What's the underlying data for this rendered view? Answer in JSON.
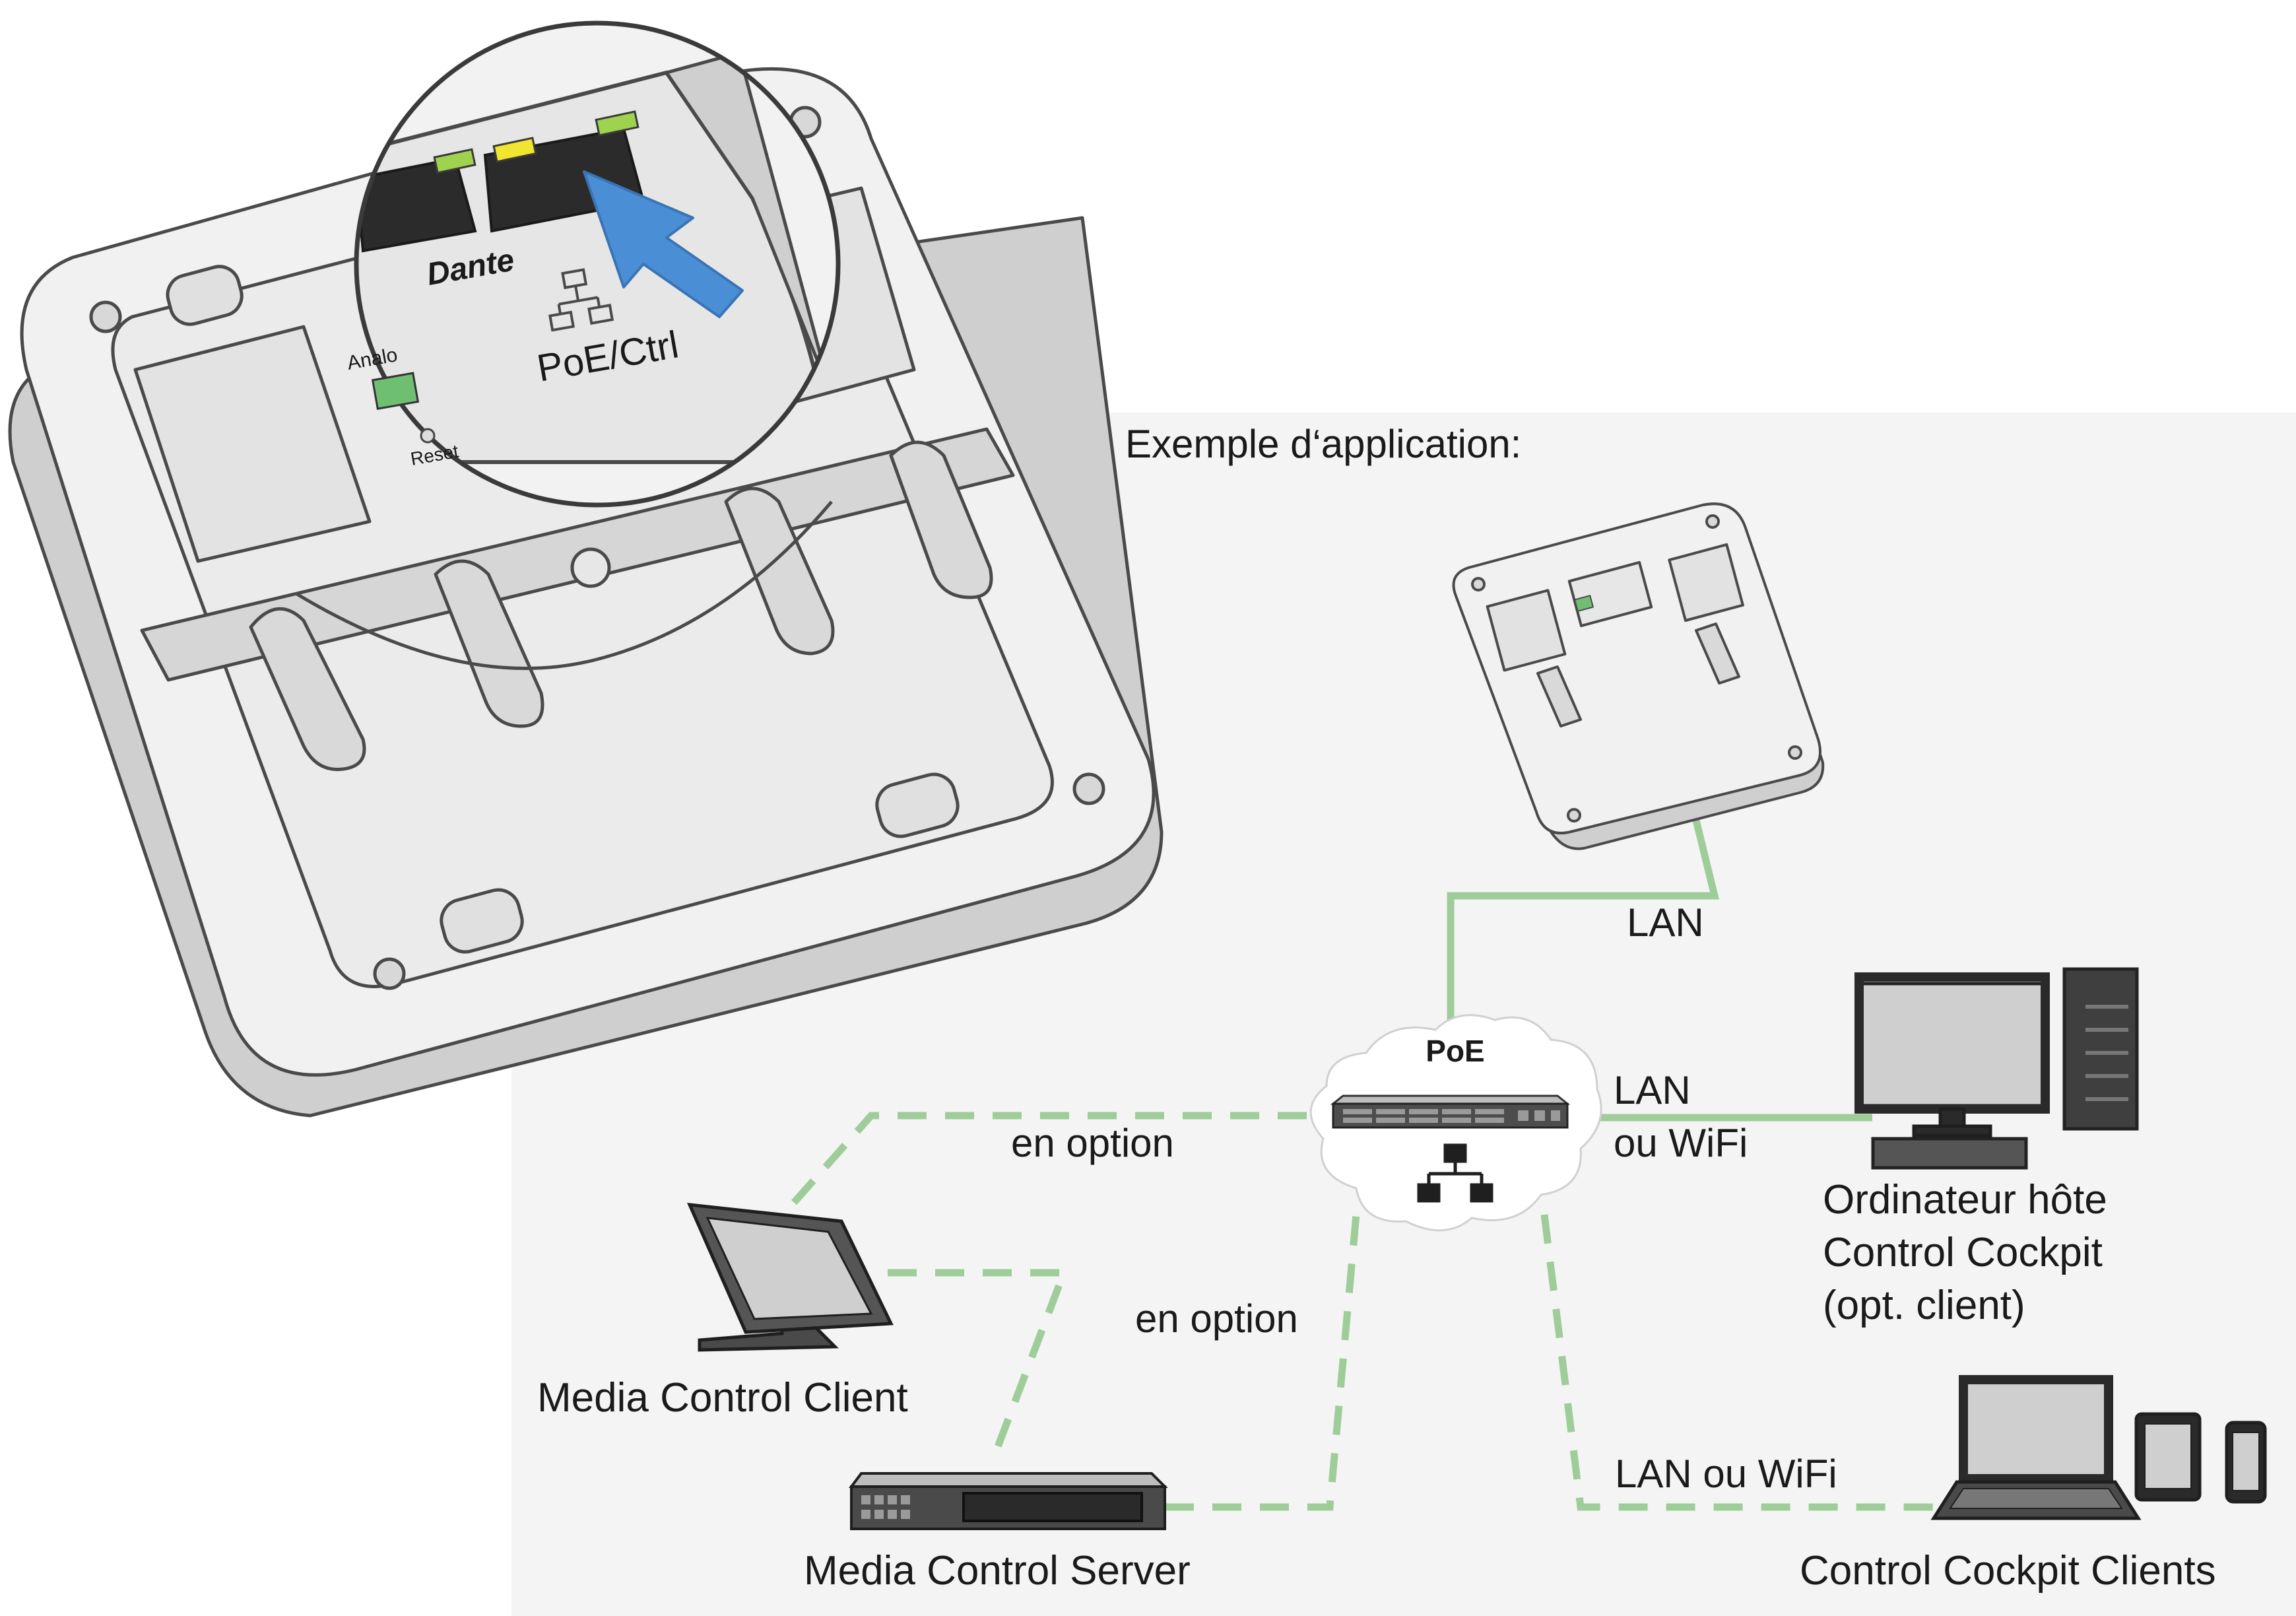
{
  "colors": {
    "connection": "#9fcd9a",
    "arrow": "#4a8fd6",
    "panel_bg": "#f4f4f4",
    "device_body": "#f1f1f1",
    "device_outline": "#4a4a4a",
    "led_green": "#9fd24e",
    "led_yellow": "#f1e52f"
  },
  "detail": {
    "port_label": "PoE/Ctrl",
    "dante_logo": "Dante",
    "analog_label": "Analo",
    "reset_label": "Reset"
  },
  "panel": {
    "title": "Exemple d‘application:"
  },
  "network": {
    "switch_label": "PoE",
    "network_icon": "network-icon",
    "switch_icon": "poe-switch-icon"
  },
  "links": {
    "device_lan": "LAN",
    "host_lan_line1": "LAN",
    "host_lan_line2": "ou WiFi",
    "mcc_option": "en option",
    "server_option": "en option",
    "clients_lan": "LAN ou WiFi"
  },
  "devices": {
    "host": {
      "line1": "Ordinateur hôte",
      "line2": "Control Cockpit",
      "line3": "(opt. client)"
    },
    "media_control_client": "Media Control Client",
    "media_control_server": "Media Control Server",
    "cockpit_clients": "Control Cockpit Clients"
  }
}
